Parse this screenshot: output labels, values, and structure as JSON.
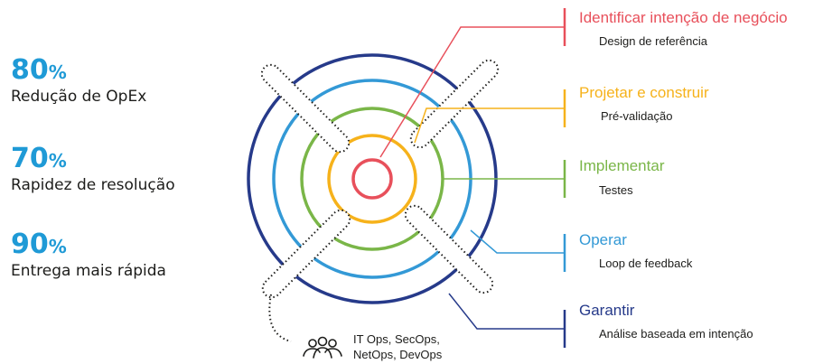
{
  "stats": [
    {
      "value": "80",
      "unit": "%",
      "label": "Redução de OpEx"
    },
    {
      "value": "70",
      "unit": "%",
      "label": "Rapidez de resolução"
    },
    {
      "value": "90",
      "unit": "%",
      "label": "Entrega mais rápida"
    }
  ],
  "stages": [
    {
      "title": "Identificar intenção de negócio",
      "subtitle": "Design de referência",
      "color": "#e8505b"
    },
    {
      "title": "Projetar e construir",
      "subtitle": "Pré-validação",
      "color": "#f6b21b"
    },
    {
      "title": "Implementar",
      "subtitle": "Testes",
      "color": "#7ab648"
    },
    {
      "title": "Operar",
      "subtitle": "Loop de feedback",
      "color": "#3399d6"
    },
    {
      "title": "Garantir",
      "subtitle": "Análise baseada em intenção",
      "color": "#263a8a"
    }
  ],
  "teams": {
    "line1": "IT Ops, SecOps,",
    "line2": "NetOps, DevOps",
    "icon": "team-icon"
  },
  "colors": {
    "stat_accent": "#1f9ad6",
    "text": "#1d1d1b"
  }
}
